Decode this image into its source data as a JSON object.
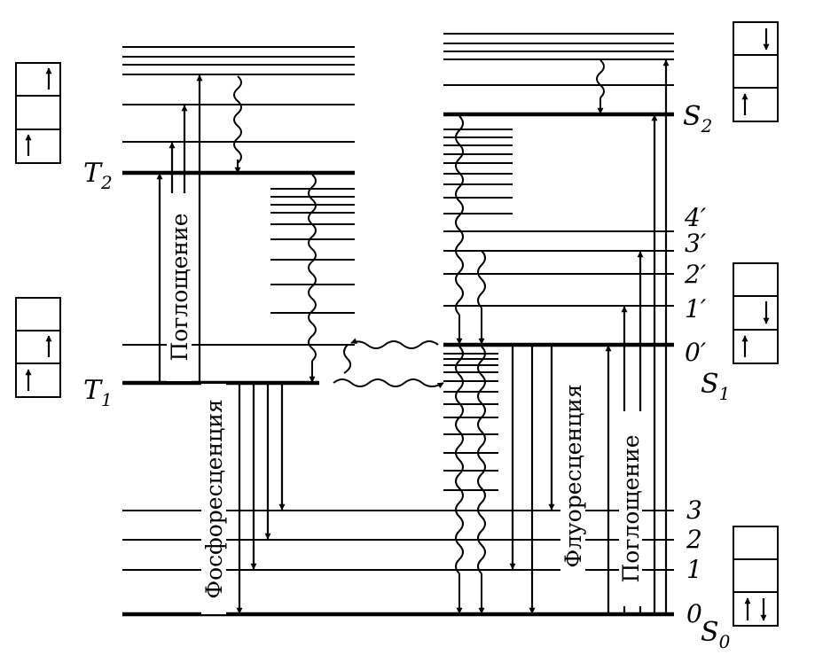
{
  "labels": {
    "T2": {
      "main": "T",
      "sub": "2"
    },
    "T1": {
      "main": "T",
      "sub": "1"
    },
    "S2": {
      "main": "S",
      "sub": "2"
    },
    "S1": {
      "main": "S",
      "sub": "1"
    },
    "S0": {
      "main": "S",
      "sub": "0"
    },
    "s1_vibrational": [
      "4′",
      "3′",
      "2′",
      "1′",
      "0′"
    ],
    "s0_vibrational": [
      "3",
      "2",
      "1",
      "0"
    ]
  },
  "transitions": {
    "triplet_absorption": "Поглощение",
    "phosphorescence": "Фосфоресценция",
    "fluorescence": "Флуоресценция",
    "singlet_absorption": "Поглощение"
  },
  "spin_boxes": {
    "T2": [
      "up",
      "none",
      "up"
    ],
    "T1": [
      "none",
      "up",
      "up"
    ],
    "S2": [
      "down",
      "none",
      "up"
    ],
    "S1": [
      "none",
      "down",
      "up"
    ],
    "S0": [
      "none",
      "none",
      "up-down"
    ]
  }
}
